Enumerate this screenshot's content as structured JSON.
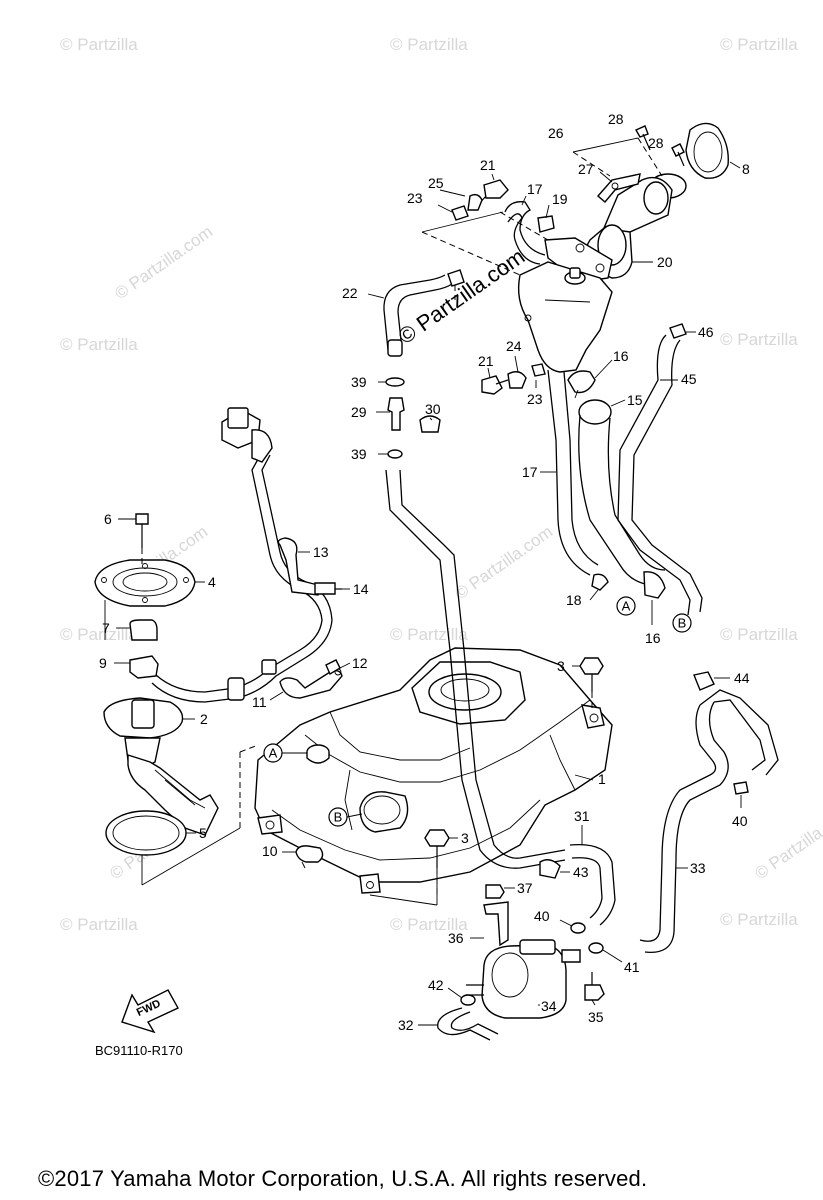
{
  "diagram": {
    "code": "BC91110-R170",
    "copyright": "©2017 Yamaha Motor Corporation, U.S.A. All rights reserved.",
    "fwd_label": "FWD",
    "watermark_text": "© Partzilla",
    "watermark_text_alt": "© Partzilla.com",
    "center_watermark": "© Partzilla.com"
  },
  "callouts": [
    "1",
    "2",
    "3",
    "3",
    "4",
    "5",
    "6",
    "7",
    "8",
    "9",
    "10",
    "11",
    "12",
    "13",
    "14",
    "15",
    "16",
    "16",
    "17",
    "17",
    "18",
    "19",
    "20",
    "21",
    "21",
    "22",
    "23",
    "23",
    "24",
    "25",
    "26",
    "27",
    "28",
    "28",
    "29",
    "30",
    "31",
    "32",
    "33",
    "34",
    "35",
    "36",
    "37",
    "39",
    "39",
    "40",
    "40",
    "41",
    "42",
    "43",
    "44",
    "45",
    "46"
  ],
  "reference_letters": [
    "A",
    "A",
    "B",
    "B"
  ]
}
